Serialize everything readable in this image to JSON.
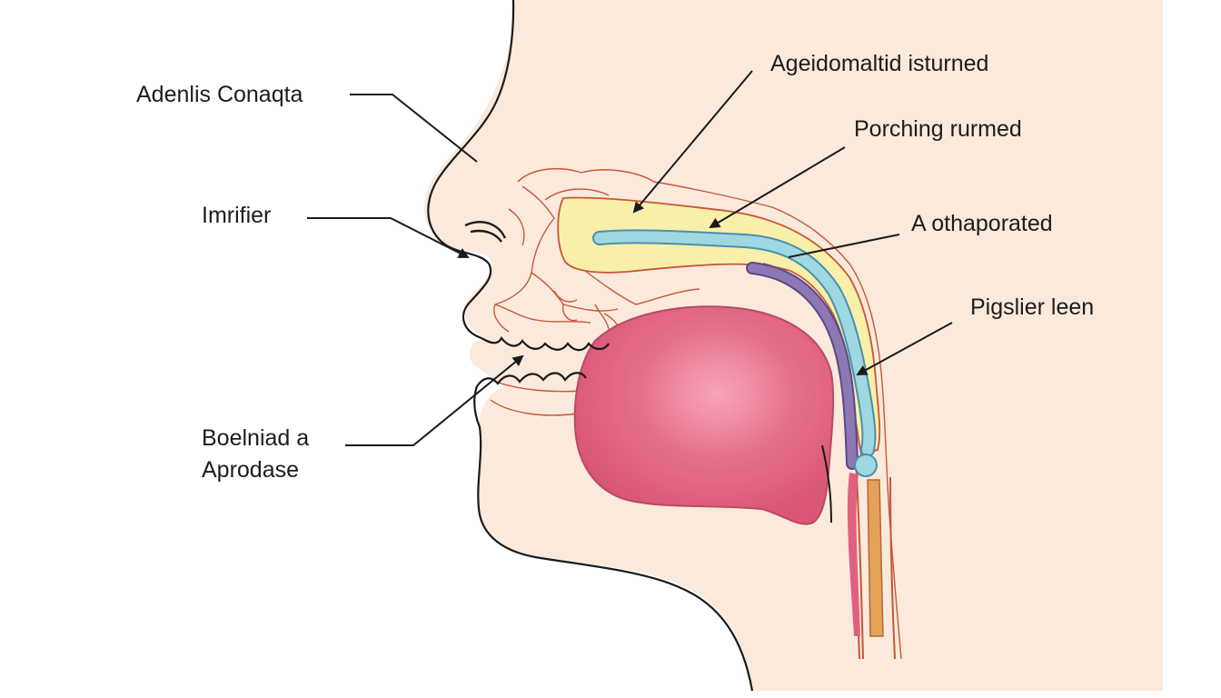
{
  "colors": {
    "background": "#ffffff",
    "skin": "#fbeadc",
    "outline": "#1a1a1a",
    "vessel_lines": "#c8553a",
    "tongue": "#e0607e",
    "tongue_highlight": "#f7a6b8",
    "sinus_yellow": "#f8f0a8",
    "cyan_channel": "#9fd8e0",
    "purple_tube": "#8d77b4",
    "orange_tube": "#e4a259"
  },
  "labels": {
    "top_left": "Adenlis Conaqta",
    "left_mid": "Imrifier",
    "bottom_left_line1": "Boelniad a",
    "bottom_left_line2": "Aprodase",
    "top_right": "Ageidomaltid isturned",
    "right_2": "Porching rurmed",
    "right_3": "A othaporated",
    "right_4": "Pigslier leen"
  }
}
